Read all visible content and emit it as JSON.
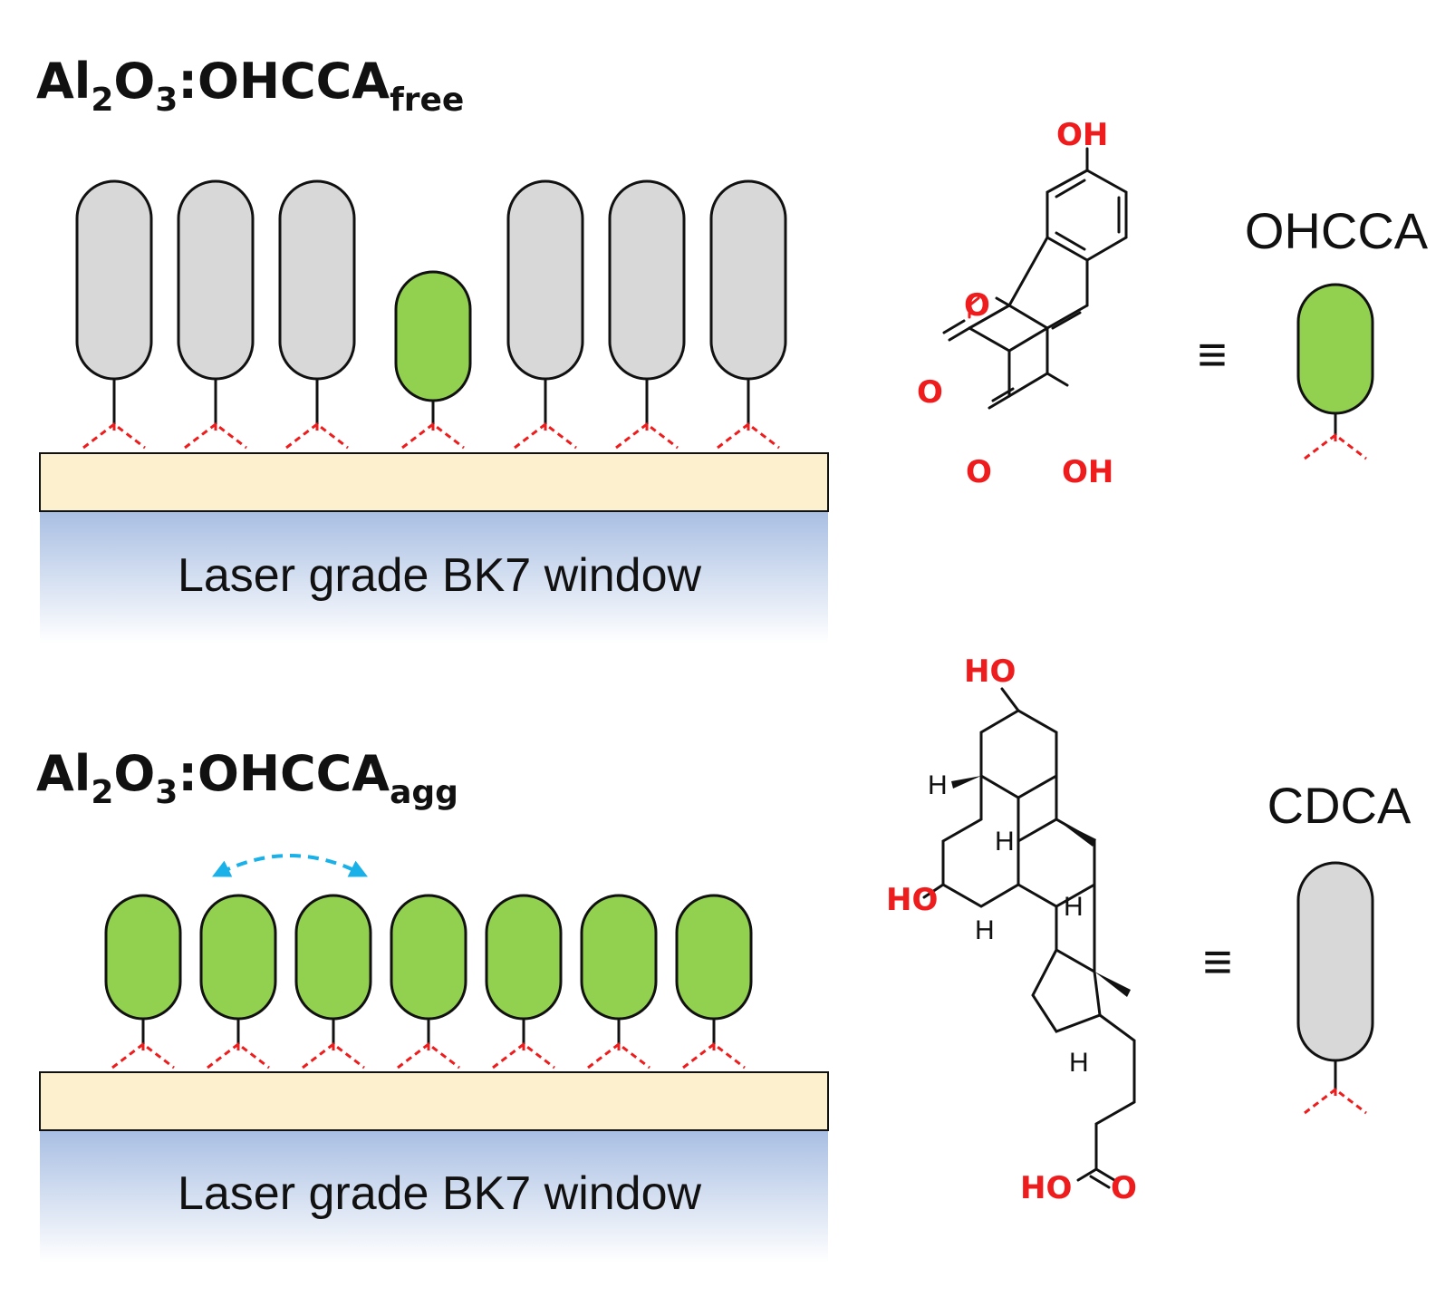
{
  "panels": [
    {
      "title_main": "Al",
      "title_sub1": "2",
      "title_mid": "O",
      "title_sub2": "3",
      "title_tail": ":OHCCA",
      "title_sub3": "free",
      "substrate_label": "Laser grade BK7 window"
    },
    {
      "title_main": "Al",
      "title_sub1": "2",
      "title_mid": "O",
      "title_sub2": "3",
      "title_tail": ":OHCCA",
      "title_sub3": "agg",
      "substrate_label": "Laser grade BK7 window"
    }
  ],
  "legend": {
    "ohcca": {
      "label": "OHCCA",
      "equiv": "≡"
    },
    "cdca": {
      "label": "CDCA",
      "equiv": "≡"
    }
  },
  "ohcca_atoms": {
    "oh_top": "OH",
    "o_ring": "O",
    "o_carbonyl": "O",
    "o_acid": "O",
    "oh_acid": "OH"
  },
  "cdca_atoms": {
    "ho_top": "HO",
    "ho_mid": "HO",
    "h1": "H",
    "h2": "H",
    "h3": "H",
    "h4": "H",
    "h5": "H",
    "ho_acid": "HO",
    "o_acid": "O"
  },
  "colors": {
    "green": "#92d050",
    "grey": "#d8d8d8",
    "red": "#ee1c1c",
    "arrow": "#1ab0e8",
    "film": "#fdf0cf",
    "glass": "#a9bfe3"
  }
}
